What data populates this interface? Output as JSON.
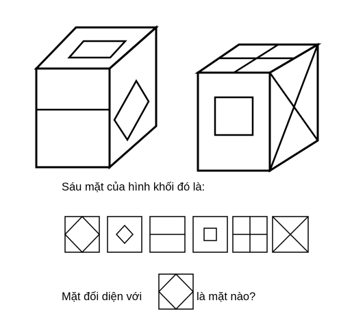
{
  "puzzle": {
    "faces_title": "Sáu mặt của hình khối đó là:",
    "question_before": "Mặt đối diện với",
    "question_after": "là mặt nào?"
  },
  "faces": [
    {
      "name": "diamond-corner-face",
      "pattern": "diamond-touching-edges"
    },
    {
      "name": "small-diamond-face",
      "pattern": "small-diamond"
    },
    {
      "name": "horizontal-line-face",
      "pattern": "horizontal-line"
    },
    {
      "name": "small-square-face",
      "pattern": "small-square"
    },
    {
      "name": "cross-face",
      "pattern": "cross"
    },
    {
      "name": "x-face",
      "pattern": "diagonals"
    }
  ],
  "question_face": {
    "pattern": "diamond-touching-edges"
  }
}
